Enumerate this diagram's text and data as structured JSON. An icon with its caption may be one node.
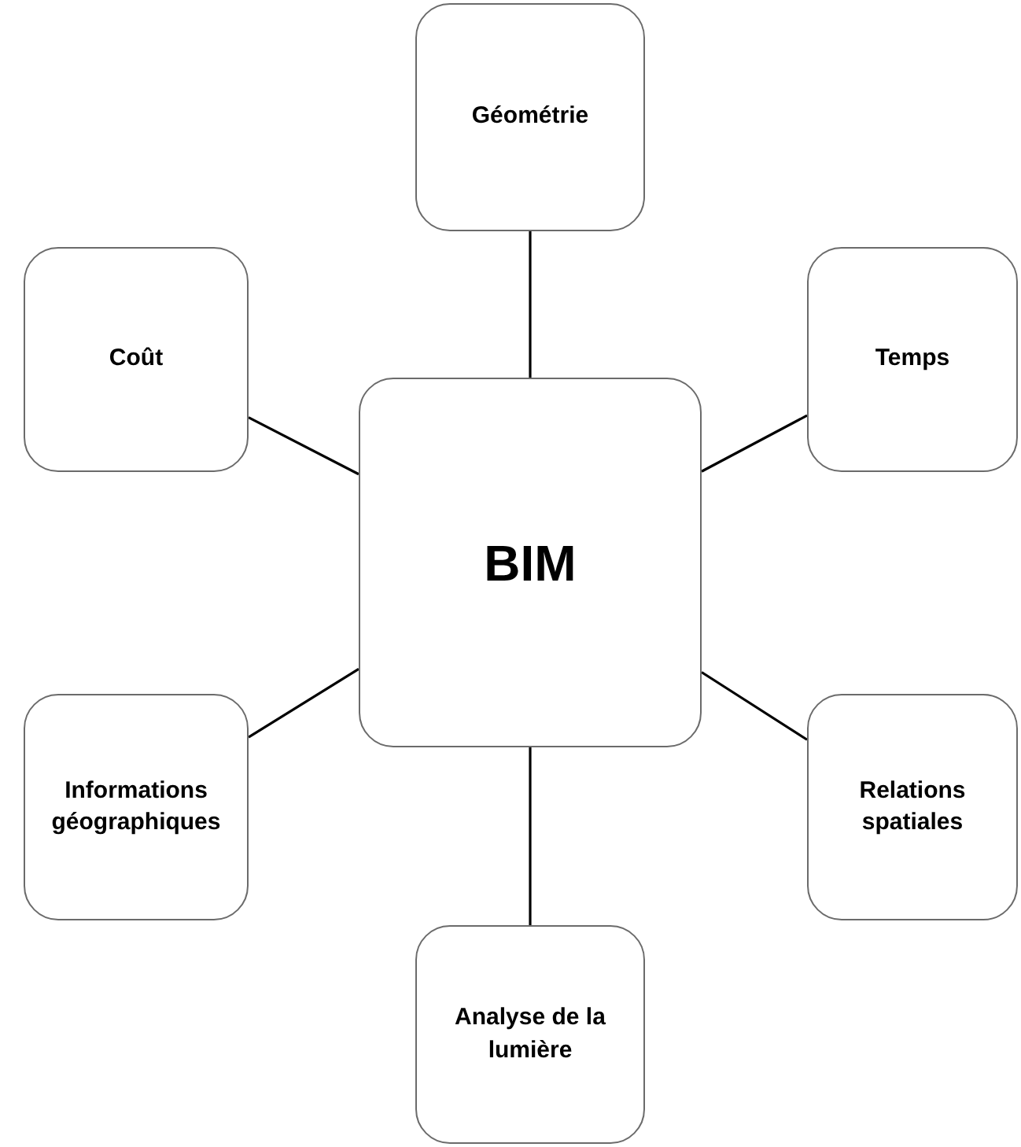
{
  "diagram": {
    "nodes": [
      {
        "text": [
          "BIM"
        ]
      },
      {
        "text": [
          "Géométrie"
        ]
      },
      {
        "text": [
          "Coût"
        ]
      },
      {
        "text": [
          "Temps"
        ]
      },
      {
        "text": [
          "Informations géographiques"
        ]
      },
      {
        "text": [
          "Relations spatiales"
        ]
      },
      {
        "text": [
          "Analyse de la lumière"
        ]
      }
    ],
    "edges": [
      {
        "from": 0,
        "to": 1,
        "arrow": "none"
      },
      {
        "from": 0,
        "to": 2,
        "arrow": "none"
      },
      {
        "from": 0,
        "to": 3,
        "arrow": "none"
      },
      {
        "from": 0,
        "to": 4,
        "arrow": "none"
      },
      {
        "from": 0,
        "to": 5,
        "arrow": "none"
      },
      {
        "from": 0,
        "to": 6,
        "arrow": "none"
      }
    ]
  }
}
